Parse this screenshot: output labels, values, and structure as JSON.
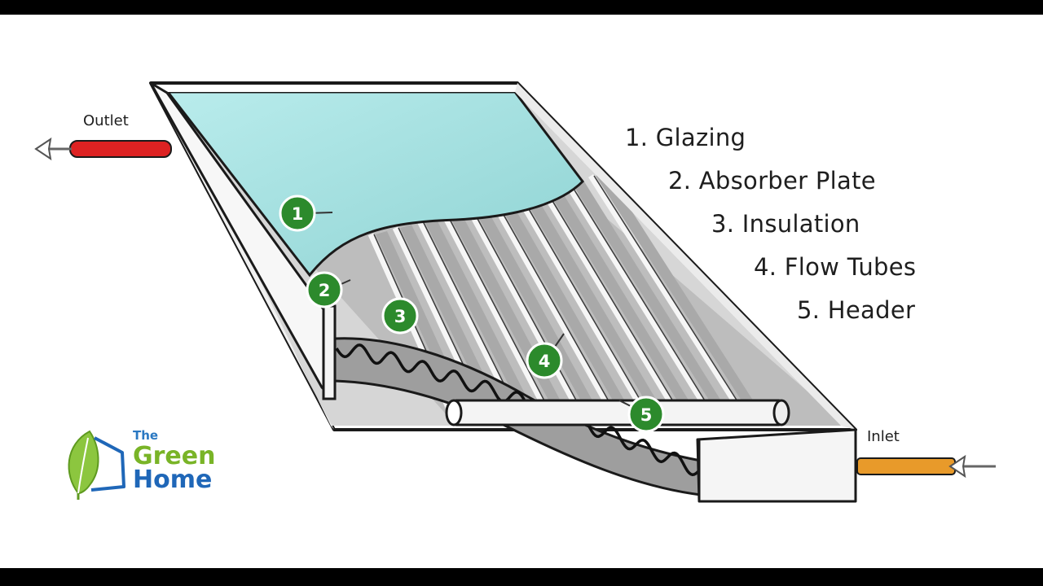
{
  "legend": [
    "1. Glazing",
    "2. Absorber Plate",
    "3. Insulation",
    "4. Flow Tubes",
    "5. Header"
  ],
  "labels": {
    "outlet": "Outlet",
    "inlet": "Inlet"
  },
  "badges": [
    "1",
    "2",
    "3",
    "4",
    "5"
  ],
  "logo": {
    "line1": "The",
    "line2": "Green",
    "line3": "Home"
  },
  "colors": {
    "glazing": "#a8dfdf",
    "badge": "#2c8a2c",
    "outlet_pipe": "#dd2222",
    "inlet_pipe": "#e89a2a",
    "logo_green": "#79b427",
    "logo_blue": "#1f67b8"
  }
}
